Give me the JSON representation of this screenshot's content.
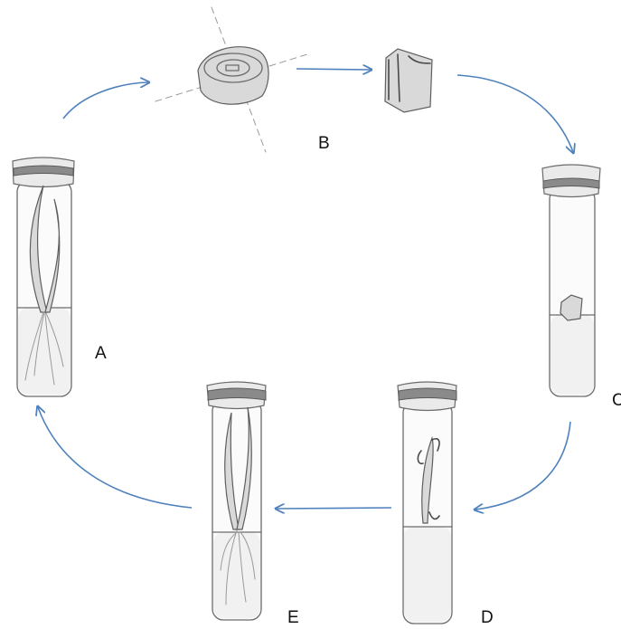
{
  "labels": {
    "a": "A",
    "b": "B",
    "c": "C",
    "d": "D",
    "e": "E"
  },
  "colors": {
    "arrow": "#4f81bd",
    "pencil": "#6b6b6b",
    "background": "#ffffff"
  }
}
